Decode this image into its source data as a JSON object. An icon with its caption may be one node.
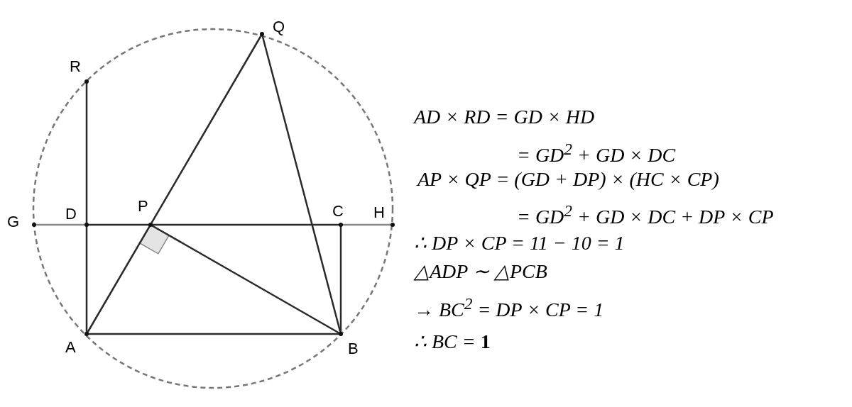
{
  "diagram": {
    "labels": [
      "Q",
      "R",
      "G",
      "D",
      "P",
      "C",
      "H",
      "A",
      "B",
      "AD × RD = GD × HD",
      "= GD$^{2}$ + GD × DC",
      "AP × QP = (GD + DP) × (HC × CP)",
      "= GD$^{2}$ + GD × DC + DP × CP",
      "∴ DP × CP = 11 − 10 = 1",
      "△ADP ∼ △PCB",
      "→ BC$^{2}$ = DP × CP = 1",
      "∴ BC = **1**"
    ]
  }
}
